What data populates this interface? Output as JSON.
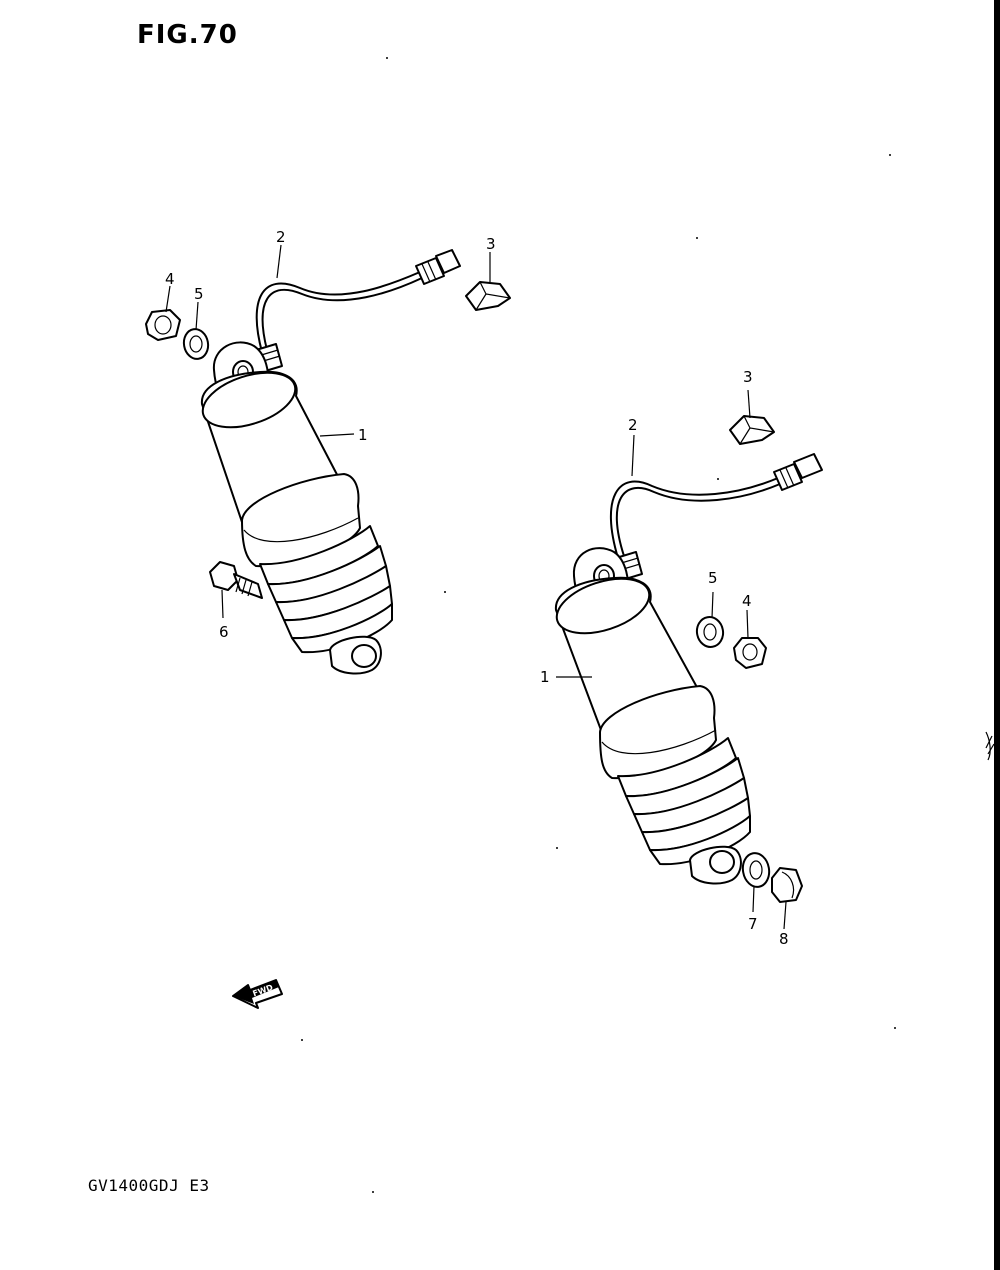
{
  "figure": {
    "title": "FIG.70"
  },
  "model": {
    "code": "GV1400GDJ E3"
  },
  "fwd_label": "FWD",
  "callouts": {
    "left": [
      "1",
      "2",
      "3",
      "4",
      "5",
      "6"
    ],
    "right": [
      "1",
      "2",
      "3",
      "4",
      "5",
      "7",
      "8"
    ]
  },
  "colors": {
    "ink": "#000000",
    "paper": "#ffffff"
  }
}
